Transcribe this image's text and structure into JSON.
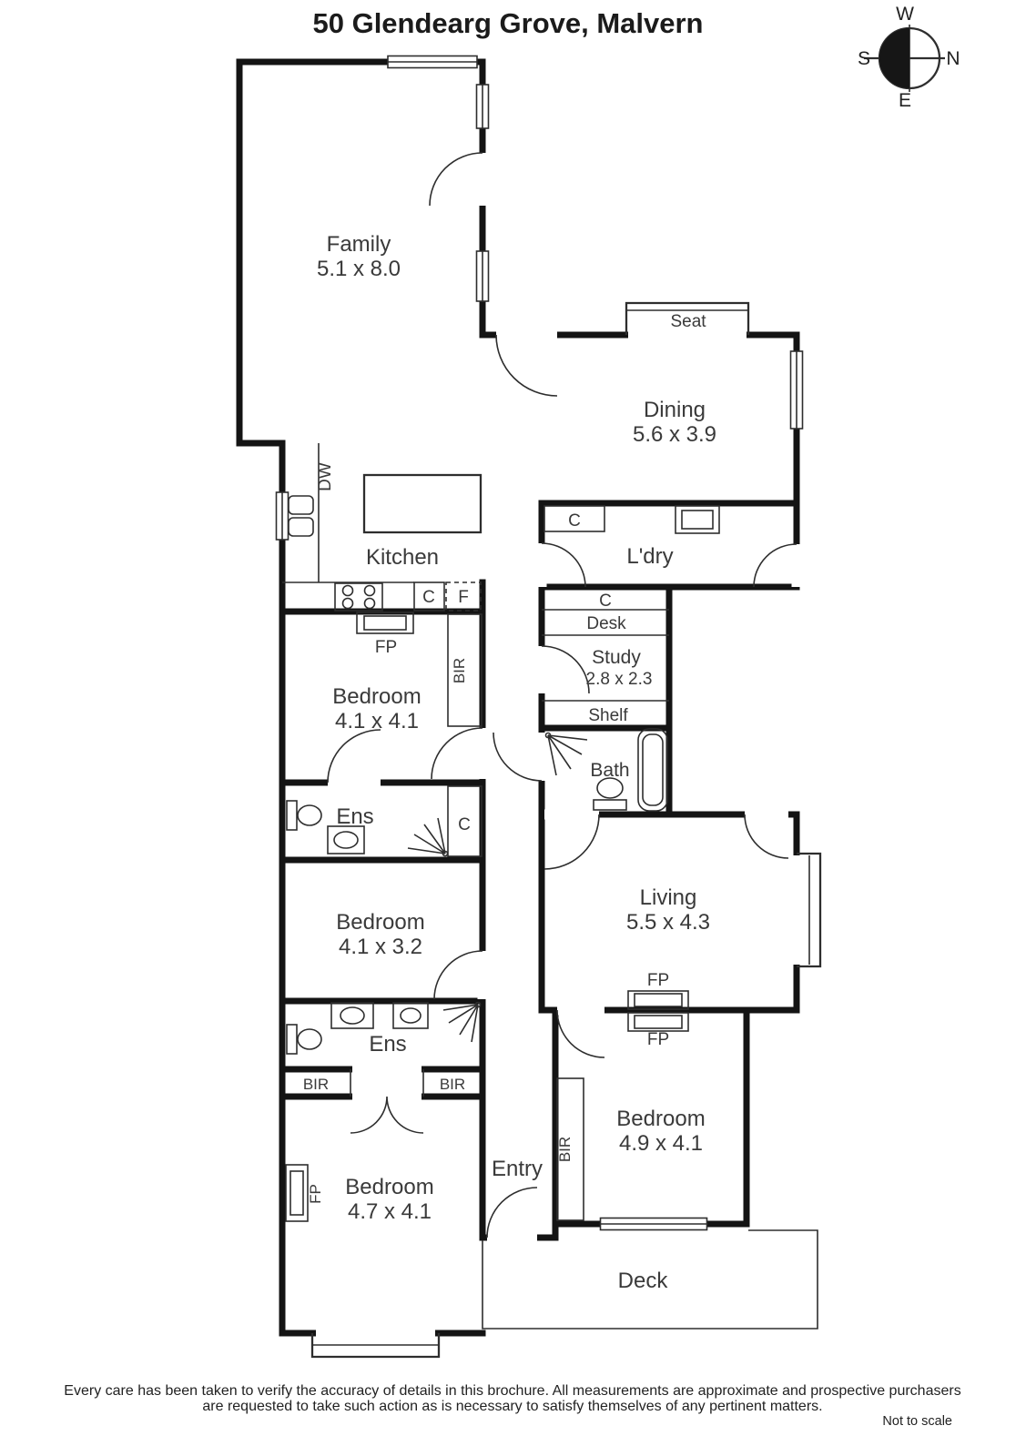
{
  "title": "50 Glendearg Grove, Malvern",
  "compass": {
    "top": "W",
    "right": "N",
    "left": "S",
    "bottom": "E"
  },
  "rooms": {
    "family": {
      "name": "Family",
      "dims": "5.1 x 8.0"
    },
    "dining": {
      "name": "Dining",
      "dims": "5.6 x 3.9"
    },
    "kitchen": {
      "name": "Kitchen"
    },
    "laundry": {
      "name": "L'dry"
    },
    "study": {
      "name": "Study",
      "dims": "2.8 x 2.3"
    },
    "bath": {
      "name": "Bath"
    },
    "bedroom_1": {
      "name": "Bedroom",
      "dims": "4.1 x 4.1"
    },
    "ensuite_1": {
      "name": "Ens"
    },
    "bedroom_2": {
      "name": "Bedroom",
      "dims": "4.1 x 3.2"
    },
    "living": {
      "name": "Living",
      "dims": "5.5 x 4.3"
    },
    "ensuite_2": {
      "name": "Ens"
    },
    "bedroom_3": {
      "name": "Bedroom",
      "dims": "4.9 x 4.1"
    },
    "bedroom_4": {
      "name": "Bedroom",
      "dims": "4.7 x 4.1"
    },
    "entry": {
      "name": "Entry"
    },
    "deck": {
      "name": "Deck"
    }
  },
  "fixtures": {
    "seat": "Seat",
    "dishwasher": "DW",
    "cupboard": "C",
    "fridge": "F",
    "desk": "Desk",
    "shelf": "Shelf",
    "fireplace": "FP",
    "built_in_robe": "BIR"
  },
  "footer": {
    "line1": "Every care has been taken to verify the accuracy of details in this brochure.  All measurements are approximate and prospective purchasers",
    "line2": "are requested to take such action as is necessary to satisfy themselves of any pertinent matters.",
    "scale_note": "Not to scale"
  }
}
